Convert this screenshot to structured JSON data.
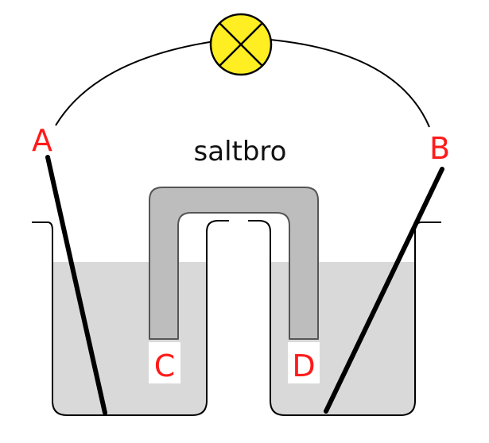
{
  "labels": {
    "electrode_left": "A",
    "electrode_right": "B",
    "bridge_end_left": "C",
    "bridge_end_right": "D",
    "salt_bridge": "saltbro"
  },
  "colors": {
    "bulb_fill": "#ffee22",
    "bulb_stroke": "#000000",
    "liquid": "#d9d9d9",
    "bridge": "#bdbdbd",
    "label_red": "#ff1a1a",
    "wire": "#000000"
  },
  "icons": {
    "bulb": "lamp-icon"
  }
}
